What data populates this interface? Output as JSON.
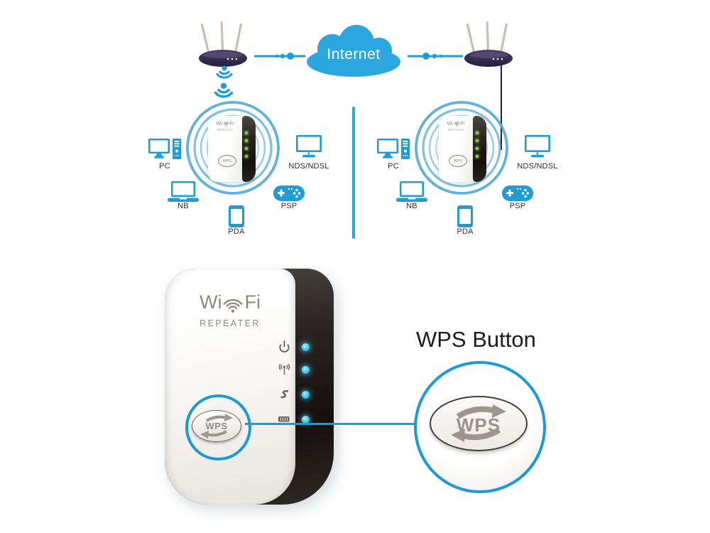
{
  "canvas": {
    "background": "#ffffff"
  },
  "colors": {
    "device_blue": "#1E9CD8",
    "cloud_blue": "#2AA7DF",
    "ring_blue": "#4FA9DC",
    "accent_blue": "#1B9AD7",
    "led_cyan": "#35C1E4",
    "led_green": "#8FCB44",
    "router_body": "#352D50",
    "logo_gray": "#8E8880",
    "label_dark": "#2E2E2E"
  },
  "internet": {
    "label": "Internet"
  },
  "clusters": {
    "left": {
      "devices": [
        {
          "label": "PC"
        },
        {
          "label": "NDS/NDSL"
        },
        {
          "label": "NB"
        },
        {
          "label": "PDA"
        },
        {
          "label": "PSP"
        }
      ]
    },
    "right": {
      "devices": [
        {
          "label": "PC"
        },
        {
          "label": "NDS/NDSL"
        },
        {
          "label": "NB"
        },
        {
          "label": "PDA"
        },
        {
          "label": "PSP"
        }
      ]
    }
  },
  "small_repeater": {
    "logo_wi": "Wi",
    "logo_fi": "Fi",
    "logo_sub": "REPEATER",
    "wps": "WPS"
  },
  "product": {
    "logo_wi": "Wi",
    "logo_fi": "Fi",
    "repeater": "REPEATER",
    "wps": "WPS"
  },
  "callout": {
    "title": "WPS Button",
    "wps": "WPS"
  }
}
